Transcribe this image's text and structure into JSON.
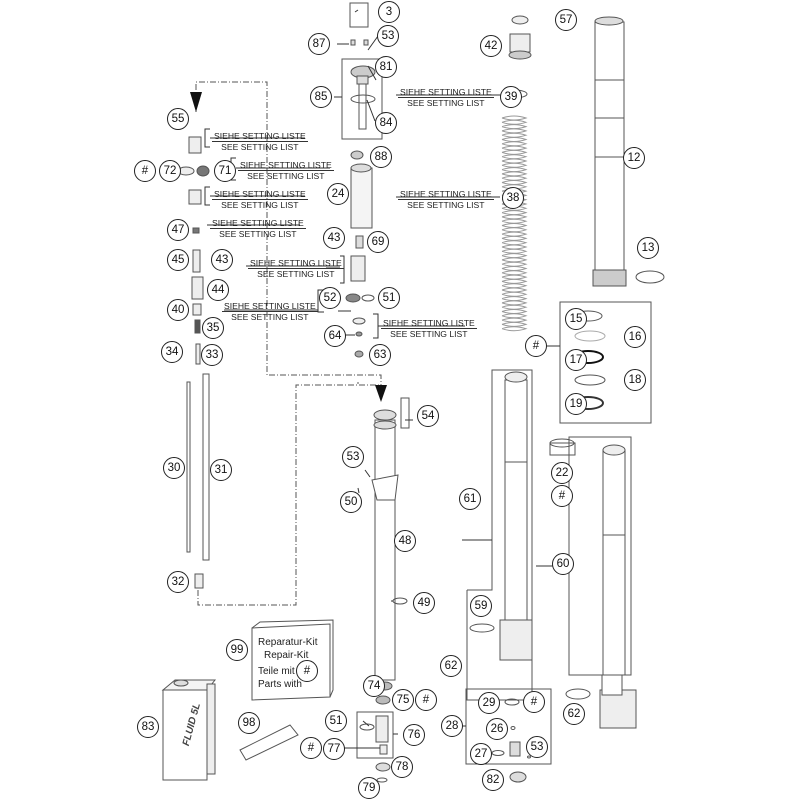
{
  "diagram": {
    "type": "exploded-parts-diagram",
    "subject": "motorcycle front fork cartridge assembly",
    "setting_note": {
      "de": "SIEHE SETTING LISTE",
      "en": "SEE SETTING LIST"
    },
    "repair_kit": {
      "line1": "Reparatur-Kit",
      "line2": "Repair-Kit",
      "line3": "Teile mit",
      "line4": "Parts with",
      "marker": "#"
    },
    "fluid_can_label": {
      "line1": "FLUID",
      "line2": "5L"
    },
    "callouts": [
      {
        "id": "c3",
        "label": "3"
      },
      {
        "id": "c57",
        "label": "57"
      },
      {
        "id": "c87",
        "label": "87"
      },
      {
        "id": "c53a",
        "label": "53"
      },
      {
        "id": "c42",
        "label": "42"
      },
      {
        "id": "c81",
        "label": "81"
      },
      {
        "id": "c85",
        "label": "85"
      },
      {
        "id": "c84",
        "label": "84"
      },
      {
        "id": "c39",
        "label": "39"
      },
      {
        "id": "c55",
        "label": "55"
      },
      {
        "id": "c12",
        "label": "12"
      },
      {
        "id": "c88",
        "label": "88"
      },
      {
        "id": "chash1",
        "label": "#"
      },
      {
        "id": "c72",
        "label": "72"
      },
      {
        "id": "c71",
        "label": "71"
      },
      {
        "id": "c24",
        "label": "24"
      },
      {
        "id": "c38",
        "label": "38"
      },
      {
        "id": "c47",
        "label": "47"
      },
      {
        "id": "c43a",
        "label": "43"
      },
      {
        "id": "c69",
        "label": "69"
      },
      {
        "id": "c45",
        "label": "45"
      },
      {
        "id": "c43b",
        "label": "43"
      },
      {
        "id": "c13",
        "label": "13"
      },
      {
        "id": "c44",
        "label": "44"
      },
      {
        "id": "c52",
        "label": "52"
      },
      {
        "id": "c51a",
        "label": "51"
      },
      {
        "id": "c40",
        "label": "40"
      },
      {
        "id": "c15",
        "label": "15"
      },
      {
        "id": "c35",
        "label": "35"
      },
      {
        "id": "c16",
        "label": "16"
      },
      {
        "id": "c64",
        "label": "64"
      },
      {
        "id": "chash2",
        "label": "#"
      },
      {
        "id": "c17",
        "label": "17"
      },
      {
        "id": "c34",
        "label": "34"
      },
      {
        "id": "c33",
        "label": "33"
      },
      {
        "id": "c63",
        "label": "63"
      },
      {
        "id": "c18",
        "label": "18"
      },
      {
        "id": "c19",
        "label": "19"
      },
      {
        "id": "c54",
        "label": "54"
      },
      {
        "id": "c22",
        "label": "22"
      },
      {
        "id": "c30",
        "label": "30"
      },
      {
        "id": "c31",
        "label": "31"
      },
      {
        "id": "c53b",
        "label": "53"
      },
      {
        "id": "chash3",
        "label": "#"
      },
      {
        "id": "c50",
        "label": "50"
      },
      {
        "id": "c61",
        "label": "61"
      },
      {
        "id": "c48",
        "label": "48"
      },
      {
        "id": "c60",
        "label": "60"
      },
      {
        "id": "c32",
        "label": "32"
      },
      {
        "id": "c49",
        "label": "49"
      },
      {
        "id": "c59",
        "label": "59"
      },
      {
        "id": "c99",
        "label": "99"
      },
      {
        "id": "c62a",
        "label": "62"
      },
      {
        "id": "c74",
        "label": "74"
      },
      {
        "id": "c75",
        "label": "75"
      },
      {
        "id": "chash4",
        "label": "#"
      },
      {
        "id": "c29",
        "label": "29"
      },
      {
        "id": "chash5",
        "label": "#"
      },
      {
        "id": "c62b",
        "label": "62"
      },
      {
        "id": "c83",
        "label": "83"
      },
      {
        "id": "c98",
        "label": "98"
      },
      {
        "id": "c51b",
        "label": "51"
      },
      {
        "id": "c76",
        "label": "76"
      },
      {
        "id": "c28",
        "label": "28"
      },
      {
        "id": "c26",
        "label": "26"
      },
      {
        "id": "chash6",
        "label": "#"
      },
      {
        "id": "c77",
        "label": "77"
      },
      {
        "id": "c27",
        "label": "27"
      },
      {
        "id": "c53c",
        "label": "53"
      },
      {
        "id": "c78",
        "label": "78"
      },
      {
        "id": "c82",
        "label": "82"
      },
      {
        "id": "c79",
        "label": "79"
      }
    ]
  }
}
